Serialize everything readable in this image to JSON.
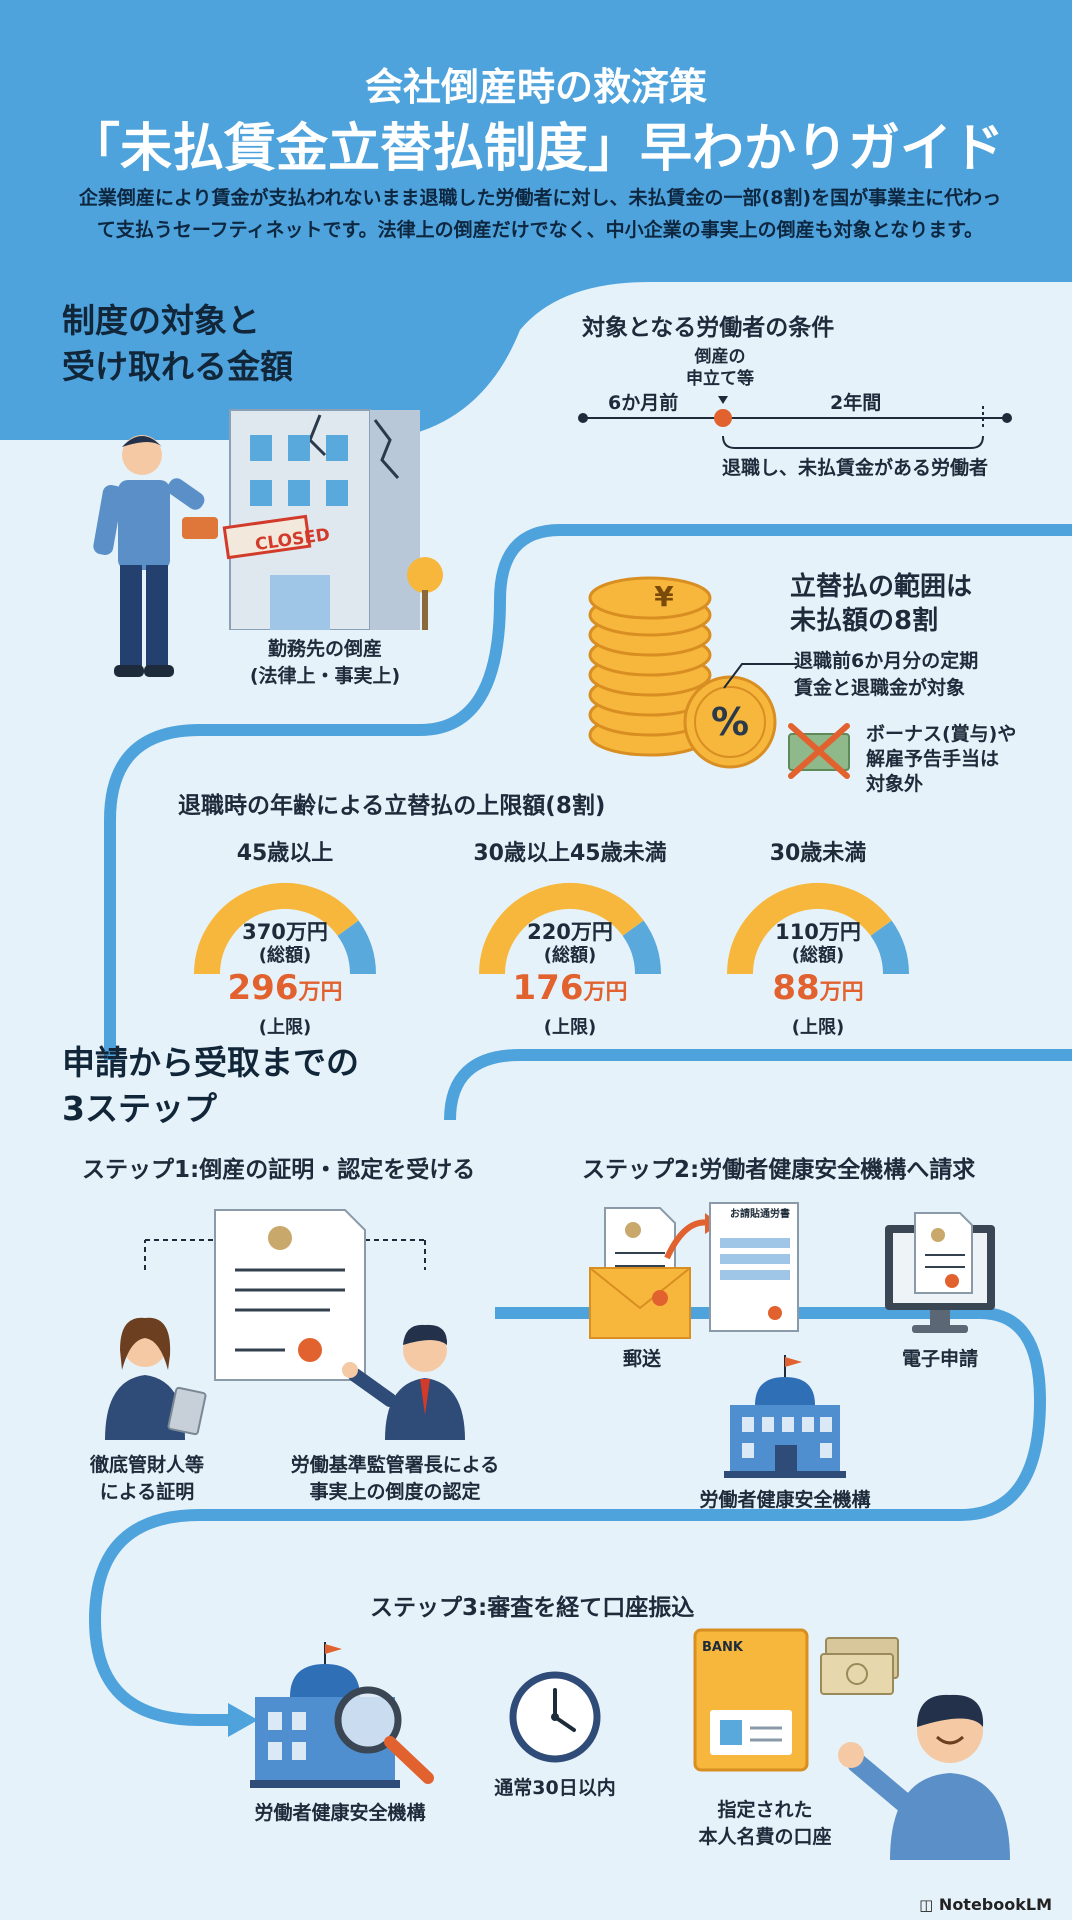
{
  "header": {
    "title_line1": "会社倒産時の救済策",
    "title_line2": "「未払賃金立替払制度」早わかりガイド",
    "description": "企業倒産により賃金が支払われないまま退職した労働者に対し、未払賃金の一部(8割)を国が事業主に代わって支払うセーフティネットです。法律上の倒産だけでなく、中小企業の事実上の倒産も対象となります。"
  },
  "section1": {
    "title_line1": "制度の対象と",
    "title_line2": "受け取れる金額",
    "bankrupt_caption_line1": "勤務先の倒産",
    "bankrupt_caption_line2": "(法律上・事実上)",
    "closed_sign": "CLOSED"
  },
  "timeline": {
    "title": "対象となる労働者の条件",
    "marker_line1": "倒産の",
    "marker_line2": "申立て等",
    "before_label": "6か月前",
    "after_label": "2年間",
    "caption": "退職し、未払賃金がある労働者"
  },
  "scope": {
    "title_line1": "立替払の範囲は",
    "title_line2": "未払額の8割",
    "target_line1": "退職前6か月分の定期",
    "target_line2": "賃金と退職金が対象",
    "excluded_line1": "ボーナス(賞与)や",
    "excluded_line2": "解雇予告手当は",
    "excluded_line3": "対象外",
    "coin_symbol": "¥",
    "percent_symbol": "%"
  },
  "limits": {
    "title": "退職時の年齢による立替払の上限額(8割)",
    "items": [
      {
        "label": "45歳以上",
        "total": "370万円",
        "total_note": "(総額)",
        "limit_num": "296",
        "limit_unit": "万円",
        "limit_note": "(上限)"
      },
      {
        "label": "30歳以上45歳未満",
        "total": "220万円",
        "total_note": "(総額)",
        "limit_num": "176",
        "limit_unit": "万円",
        "limit_note": "(上限)"
      },
      {
        "label": "30歳未満",
        "total": "110万円",
        "total_note": "(総額)",
        "limit_num": "88",
        "limit_unit": "万円",
        "limit_note": "(上限)"
      }
    ],
    "colors": {
      "filled": "#f6b73c",
      "rest": "#5aa9dd"
    }
  },
  "section2": {
    "title_line1": "申請から受取までの",
    "title_line2": "3ステップ"
  },
  "step1": {
    "title": "ステップ1:倒産の証明・認定を受ける",
    "left_caption_line1": "徹底管財人等",
    "left_caption_line2": "による証明",
    "right_caption_line1": "労働基準監管署長による",
    "right_caption_line2": "事実上の倒度の認定"
  },
  "step2": {
    "title": "ステップ2:労働者健康安全機構へ請求",
    "mail_caption": "郵送",
    "electronic_caption": "電子申請",
    "form_header": "お請貼通労書",
    "agency_caption": "労働者健康安全機構"
  },
  "step3": {
    "title": "ステップ3:審査を経て口座振込",
    "agency_caption": "労働者健康安全機構",
    "clock_caption": "通常30日以内",
    "bank_caption_line1": "指定された",
    "bank_caption_line2": "本人名費の口座",
    "bank_label": "BANK"
  },
  "brand": "NotebookLM"
}
